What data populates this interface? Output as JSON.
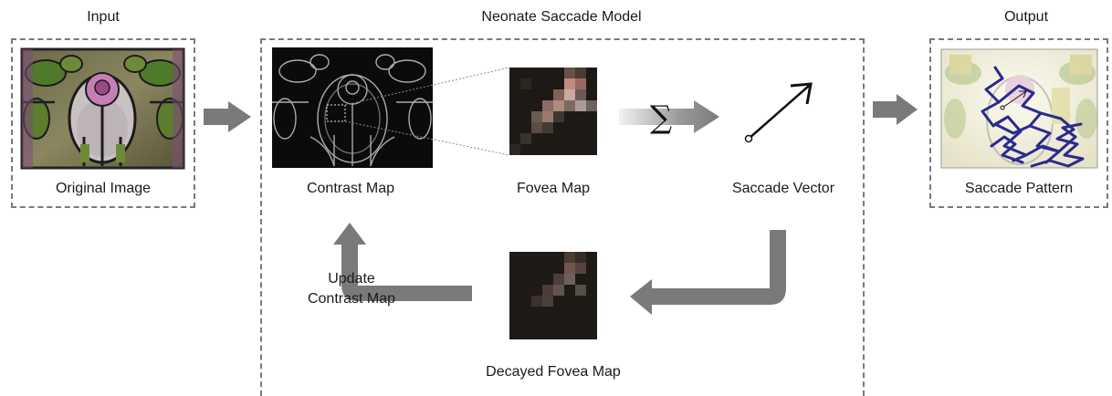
{
  "sections": {
    "input": {
      "title": "Input",
      "caption": "Original Image"
    },
    "model": {
      "title": "Neonate Saccade Model",
      "contrast_map": "Contrast Map",
      "fovea_map": "Fovea Map",
      "saccade_vector": "Saccade Vector",
      "update_line1": "Update",
      "update_line2": "Contrast Map",
      "decayed_fovea_map": "Decayed Fovea Map"
    },
    "output": {
      "title": "Output",
      "caption": "Saccade Pattern"
    }
  },
  "colors": {
    "arrow": "#7a7a7a",
    "box_border": "#7a7a7a",
    "saccade_path": "#2b2a8f",
    "fovea_highlight": "#c48a80"
  },
  "icons": {
    "sum": "sum-symbol-icon",
    "vector": "saccade-vector-arrow-icon"
  }
}
